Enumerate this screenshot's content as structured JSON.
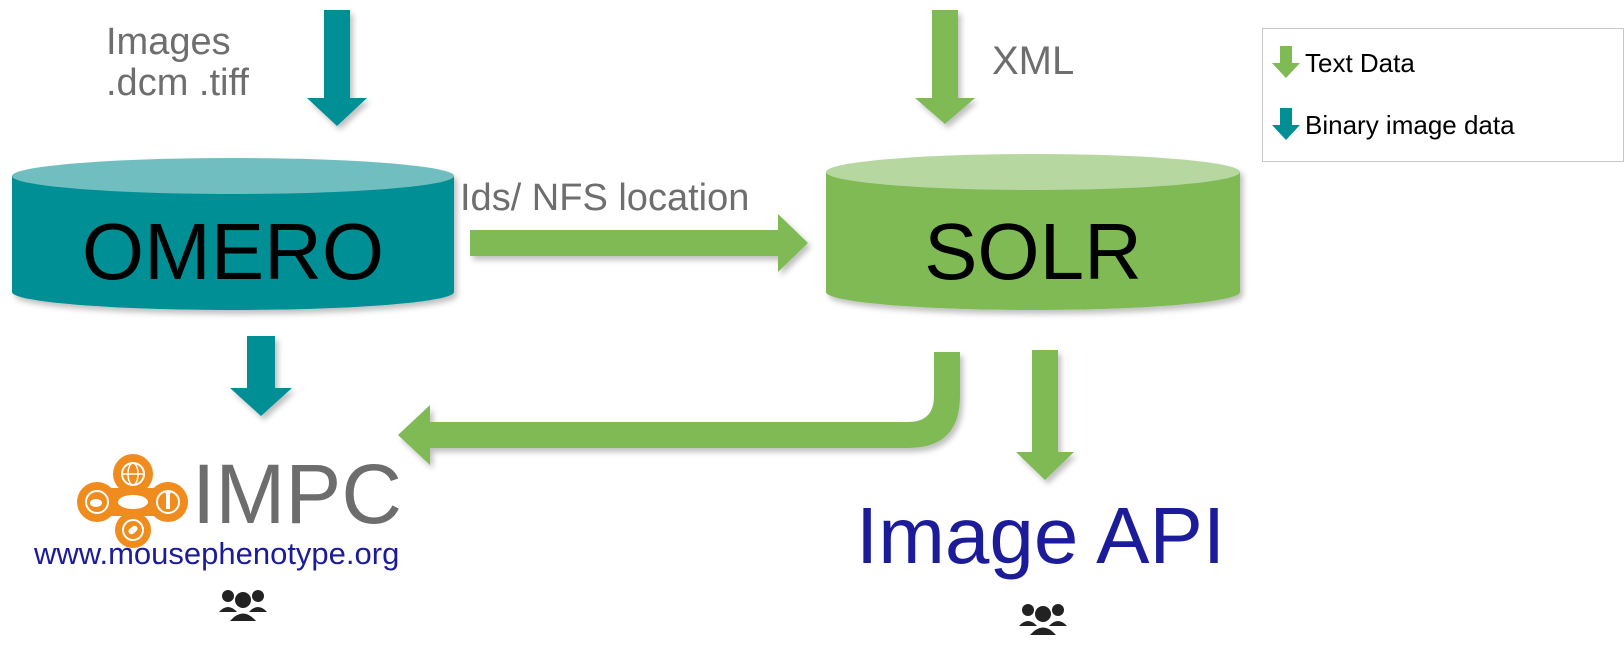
{
  "input_left": {
    "line1": "Images",
    "line2": ".dcm .tiff"
  },
  "input_right": {
    "label": "XML"
  },
  "omero": {
    "label": "OMERO",
    "color": "#008f94"
  },
  "solr": {
    "label": "SOLR",
    "color": "#7fba55"
  },
  "link_label": "Ids/ NFS location",
  "legend": {
    "items": [
      {
        "label": "Text Data",
        "color": "#7fba55",
        "icon": "green-arrow-down-icon"
      },
      {
        "label": "Binary image data",
        "color": "#008f94",
        "icon": "teal-arrow-down-icon"
      }
    ]
  },
  "impc": {
    "name": "IMPC",
    "url": "www.mousephenotype.org",
    "text_color": "#6d6d6d",
    "url_color": "#1c1c9a"
  },
  "image_api": {
    "label": "Image API",
    "color": "#1c1c9a"
  },
  "icons": {
    "users": "users-group-icon"
  }
}
